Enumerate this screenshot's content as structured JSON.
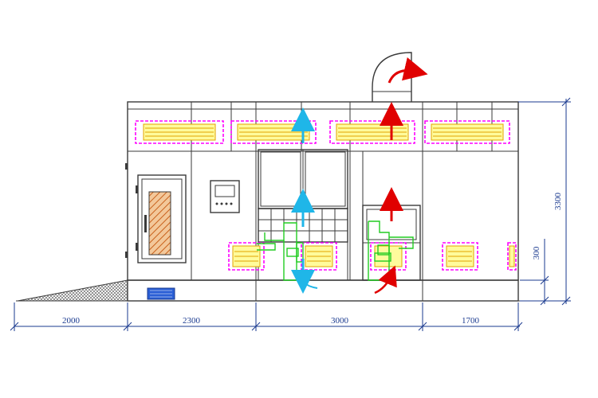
{
  "dimensions": {
    "horizontal": [
      "2000",
      "2300",
      "3000",
      "1700"
    ],
    "vertical_total": "3300",
    "vertical_base": "300"
  },
  "colors": {
    "outline": "#3a3a3a",
    "dimension": "#1a3a8f",
    "lamp_border": "#ff00ff",
    "lamp_fill": "#fffb9c",
    "lamp_tube": "#e2a300",
    "duct": "#22cc22",
    "airflow_cool": "#1fb6e8",
    "airflow_hot": "#e00000",
    "door_panel": "#d9823b",
    "vent_grille": "#2a5fd6"
  },
  "icons": {
    "up_cool": "cyan-up-arrow-icon",
    "down_cool": "cyan-down-arrow-icon",
    "up_hot": "red-up-arrow-icon",
    "exhaust": "red-curved-exhaust-arrow-icon"
  }
}
